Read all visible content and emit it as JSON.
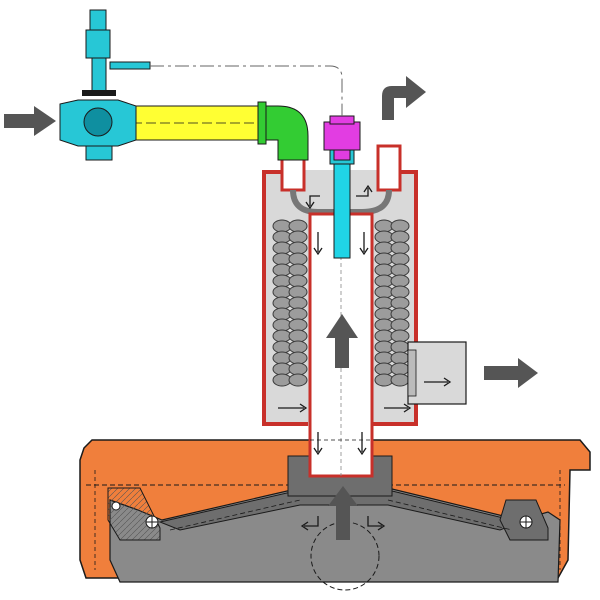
{
  "diagram": {
    "colors": {
      "background": "#ffffff",
      "housing": "#f07f3c",
      "housing_outline": "#1a1a1a",
      "base_plate": "#8a8a8a",
      "base_plate_dark": "#6e6e6e",
      "heater_shell": "#c8302a",
      "heater_fill": "#d9d9d9",
      "coil": "#9c9c9c",
      "coil_outline": "#3a3a3a",
      "center_tube": "#ffffff",
      "center_tube_outline": "#c8302a",
      "probe": "#20d4e6",
      "valve": "#27c7d6",
      "valve_dark": "#0f8fa0",
      "pipe_yellow": "#ffff33",
      "elbow_green": "#33cc33",
      "nozzle_magenta": "#e23de2",
      "arrow": "#555555",
      "leader_line": "#666666"
    },
    "components": [
      {
        "name": "inlet-valve",
        "color_key": "valve"
      },
      {
        "name": "supply-pipe",
        "color_key": "pipe_yellow"
      },
      {
        "name": "pipe-elbow",
        "color_key": "elbow_green"
      },
      {
        "name": "injector-nozzle",
        "color_key": "nozzle_magenta"
      },
      {
        "name": "probe-tube",
        "color_key": "probe"
      },
      {
        "name": "heater-shell",
        "color_key": "heater_shell"
      },
      {
        "name": "heating-coils",
        "color_key": "coil"
      },
      {
        "name": "outlet-box",
        "color_key": "heater_fill"
      },
      {
        "name": "base-housing",
        "color_key": "housing"
      },
      {
        "name": "base-plate",
        "color_key": "base_plate"
      }
    ],
    "flow_arrows": [
      {
        "name": "inlet-arrow",
        "direction": "right"
      },
      {
        "name": "outlet-arrow",
        "direction": "right"
      },
      {
        "name": "exhaust-arrow",
        "direction": "up-right"
      },
      {
        "name": "center-up-arrow",
        "direction": "up"
      },
      {
        "name": "bottom-up-arrow",
        "direction": "up"
      }
    ]
  }
}
